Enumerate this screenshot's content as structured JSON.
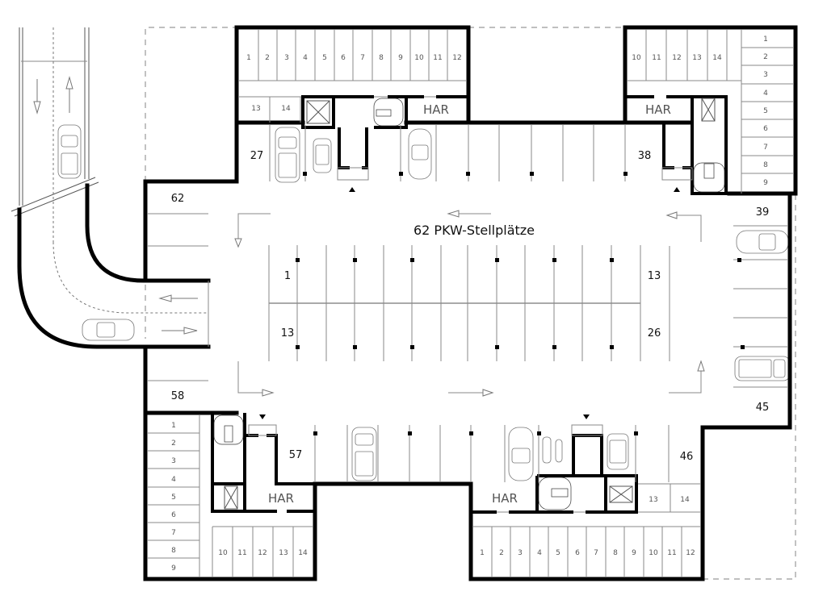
{
  "plan": {
    "title": "62 PKW-Stellplätze",
    "total_spaces": 62,
    "central_block_labels": {
      "top_left": "1",
      "top_right": "13",
      "bottom_left": "13",
      "bottom_right": "26"
    },
    "space_labels": {
      "s27": "27",
      "s38": "38",
      "s39": "39",
      "s45": "45",
      "s46": "46",
      "s57": "57",
      "s58": "58",
      "s62": "62"
    },
    "har_label": "HAR",
    "storage": {
      "top_left_row": [
        "1",
        "2",
        "3",
        "4",
        "5",
        "6",
        "7",
        "8",
        "9",
        "10",
        "11",
        "12"
      ],
      "top_left_extra": [
        "13",
        "14"
      ],
      "top_right_row": [
        "10",
        "11",
        "12",
        "13",
        "14"
      ],
      "top_right_column": [
        "1",
        "2",
        "3",
        "4",
        "5",
        "6",
        "7",
        "8",
        "9"
      ],
      "bottom_left_column": [
        "1",
        "2",
        "3",
        "4",
        "5",
        "6",
        "7",
        "8",
        "9"
      ],
      "bottom_left_row": [
        "10",
        "11",
        "12",
        "13",
        "14"
      ],
      "bottom_right_row": [
        "1",
        "2",
        "3",
        "4",
        "5",
        "6",
        "7",
        "8",
        "9",
        "10",
        "11",
        "12"
      ],
      "bottom_right_extra": [
        "13",
        "14"
      ]
    }
  }
}
